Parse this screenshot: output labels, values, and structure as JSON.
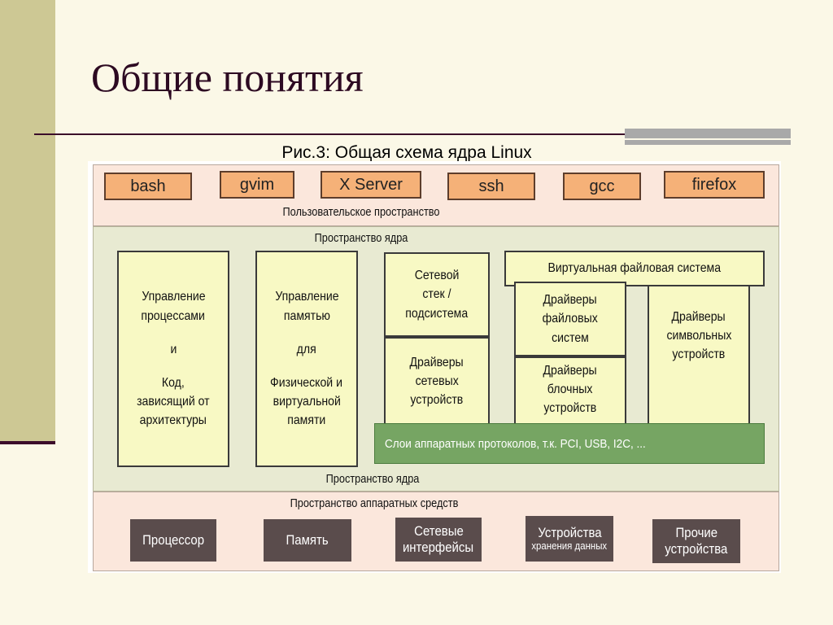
{
  "slide": {
    "title": "Общие понятия",
    "caption": "Рис.3: Общая схема ядра Linux"
  },
  "diagram": {
    "user_space": {
      "apps": [
        "bash",
        "gvim",
        "X Server",
        "ssh",
        "gcc",
        "firefox"
      ],
      "label": "Пользовательское пространство"
    },
    "kernel_space": {
      "label_top": "Пространство ядра",
      "label_bottom": "Пространство ядра",
      "process_mgmt": [
        "Управление",
        "процессами",
        "и",
        "Код,",
        "зависящий от",
        "архитектуры"
      ],
      "memory_mgmt": [
        "Управление",
        "памятью",
        "для",
        "Физической и",
        "виртуальной",
        "памяти"
      ],
      "network_stack": [
        "Сетевой",
        "стек /",
        "подсистема"
      ],
      "network_drivers": [
        "Драйверы",
        "сетевых",
        "устройств"
      ],
      "vfs": "Виртуальная файловая система",
      "fs_drivers": [
        "Драйверы",
        "файловых",
        "систем"
      ],
      "block_drivers": [
        "Драйверы",
        "блочных",
        "устройств"
      ],
      "char_drivers": [
        "Драйверы",
        "символьных",
        "устройств"
      ],
      "hw_protocols": "Слои аппаратных протоколов, т.к. PCI, USB, I2C, ..."
    },
    "hardware_space": {
      "label": "Пространство аппаратных средств",
      "cpu": "Процессор",
      "memory": "Память",
      "net_interfaces": [
        "Сетевые",
        "интерфейсы"
      ],
      "storage": [
        "Устройства",
        "хранения данных"
      ],
      "other": [
        "Прочие",
        "устройства"
      ]
    }
  }
}
